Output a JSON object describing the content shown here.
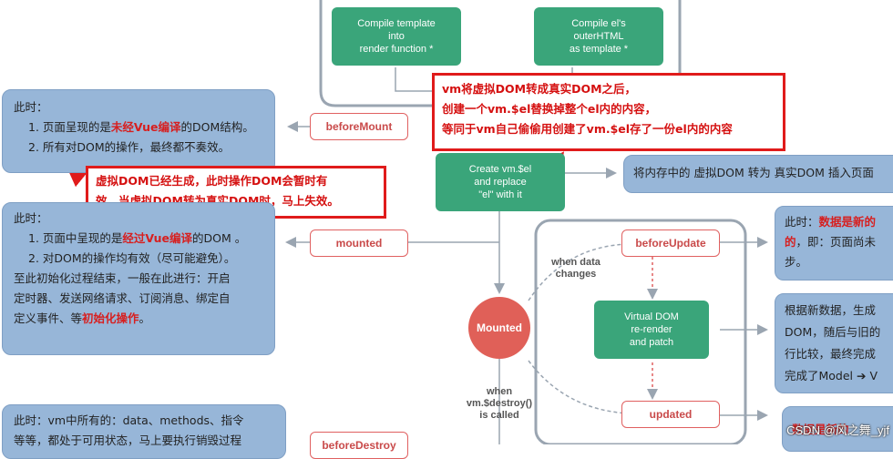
{
  "top": {
    "compile_template": "Compile template\ninto\nrender function *",
    "compile_el": "Compile el's\nouterHTML\nas template *"
  },
  "left_panel_1": {
    "title": "此时：",
    "line1_pre": "1. 页面呈现的是",
    "line1_red": "未经Vue编译",
    "line1_post": "的DOM结构。",
    "line2": "2. 所有对DOM的操作，最终都不奏效。"
  },
  "hooks": {
    "before_mount": "beforeMount",
    "mounted": "mounted",
    "before_update": "beforeUpdate",
    "updated": "updated",
    "before_destroy": "beforeDestroy"
  },
  "anno_top": {
    "line1": "vm将虚拟DOM转成真实DOM之后，",
    "line2": "创建一个vm.$el替换掉整个el内的内容，",
    "line3": "等同于vm自己偷偷用创建了vm.$el存了一份el内的内容"
  },
  "anno_left": {
    "line1": "虚拟DOM已经生成，此时操作DOM会暂时有",
    "line2": "效，当虚拟DOM转为真实DOM时，马上失效。"
  },
  "create_el": "Create vm.$el\nand replace\n\"el\" with it",
  "right_panel_top": "将内存中的 虚拟DOM 转为 真实DOM 插入页面",
  "left_panel_2": {
    "title": "此时：",
    "line1_pre": "1. 页面中呈现的是",
    "line1_red": "经过Vue编译",
    "line1_post": "的DOM 。",
    "line2": "2. 对DOM的操作均有效（尽可能避免）。",
    "line3": "至此初始化过程结束，一般在此进行：开启",
    "line4": "定时器、发送网络请求、订阅消息、绑定自",
    "line5_pre": "定义事件、等",
    "line5_red": "初始化操作",
    "line5_post": "。"
  },
  "when_data_changes": "when data\nchanges",
  "mounted_circle": "Mounted",
  "virtual_dom": "Virtual DOM\nre-render\nand patch",
  "when_destroy": "when\nvm.$destroy()\nis called",
  "right_panel_mid": {
    "line1_pre": "此时：",
    "line1_red": "数据是新的",
    "line2_red": "的",
    "line2_post": "，即：页面尚未",
    "line3": "步。"
  },
  "right_panel_low": {
    "line1": "根据新数据，生成",
    "line2": "DOM，随后与旧的",
    "line3": "行比较，最终完成",
    "line4": "完成了Model ➔ V"
  },
  "right_panel_bottom": {
    "red": "数据是新的"
  },
  "bottom_panel": {
    "line1": "此时：vm中所有的：data、methods、指令",
    "line2": "等等，都处于可用状态，马上要执行销毁过程"
  },
  "watermark": "CSDN @风之舞_yjf",
  "colors": {
    "green": "#3aa57a",
    "blue_panel": "#97b6d8",
    "hook_red": "#e06060",
    "anno_red": "#e01b1b",
    "mounted_circle": "#e06058"
  }
}
